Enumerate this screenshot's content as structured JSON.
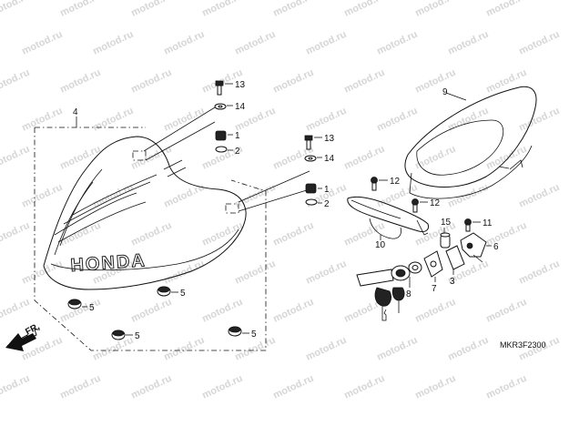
{
  "diagram": {
    "watermark": "motod.ru",
    "diagram_code": "MKR3F2300",
    "direction_label": "FR.",
    "brand_text": "HONDA",
    "callouts": [
      "1",
      "2",
      "3",
      "4",
      "5",
      "6",
      "7",
      "8",
      "9",
      "10",
      "11",
      "12",
      "13",
      "14",
      "15"
    ]
  }
}
